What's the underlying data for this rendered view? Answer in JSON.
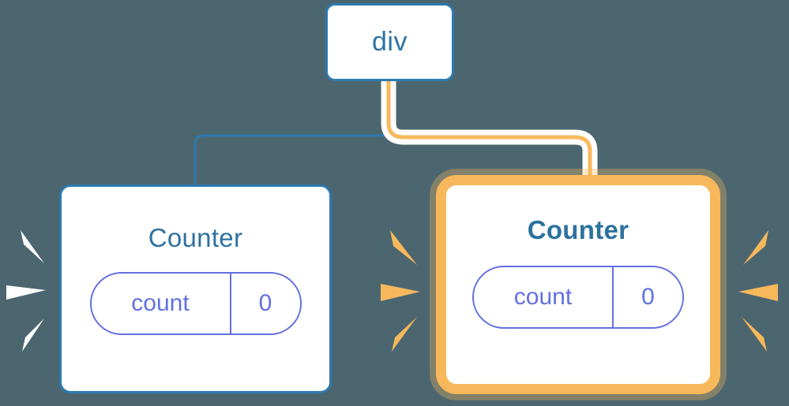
{
  "diagram": {
    "title": "react-component-tree-rerender",
    "background_color": "#4c6670",
    "nodes": {
      "root": {
        "label": "div",
        "border_color": "#2d7ab0",
        "text_color": "#2e72a3",
        "highlighted": false
      },
      "counter_left": {
        "label": "Counter",
        "border_color": "#2d7ab0",
        "text_color": "#2e72a3",
        "highlighted": false,
        "state": {
          "key": "count",
          "value": "0",
          "color": "#6370e0"
        }
      },
      "counter_right": {
        "label": "Counter",
        "border_color": "#f7b85c",
        "text_color": "#2b719e",
        "highlighted": true,
        "state": {
          "key": "count",
          "value": "0",
          "color": "#6370e0"
        }
      }
    },
    "edges": [
      {
        "name": "edge-div-to-counter-left",
        "from": "root",
        "to": "counter_left",
        "color": "#2d7ab0",
        "width": 3,
        "highlighted": false
      },
      {
        "name": "edge-div-to-counter-right",
        "from": "root",
        "to": "counter_right",
        "color": "#f7b85c",
        "halo_color": "#ffffff",
        "width": 5,
        "highlighted": true
      }
    ],
    "bursts": [
      {
        "name": "burst-left-white",
        "color": "#ffffff",
        "rays": 3
      },
      {
        "name": "burst-mid-orange",
        "color": "#f7b85c",
        "rays": 3
      },
      {
        "name": "burst-right-orange",
        "color": "#f7b85c",
        "rays": 3
      }
    ]
  }
}
